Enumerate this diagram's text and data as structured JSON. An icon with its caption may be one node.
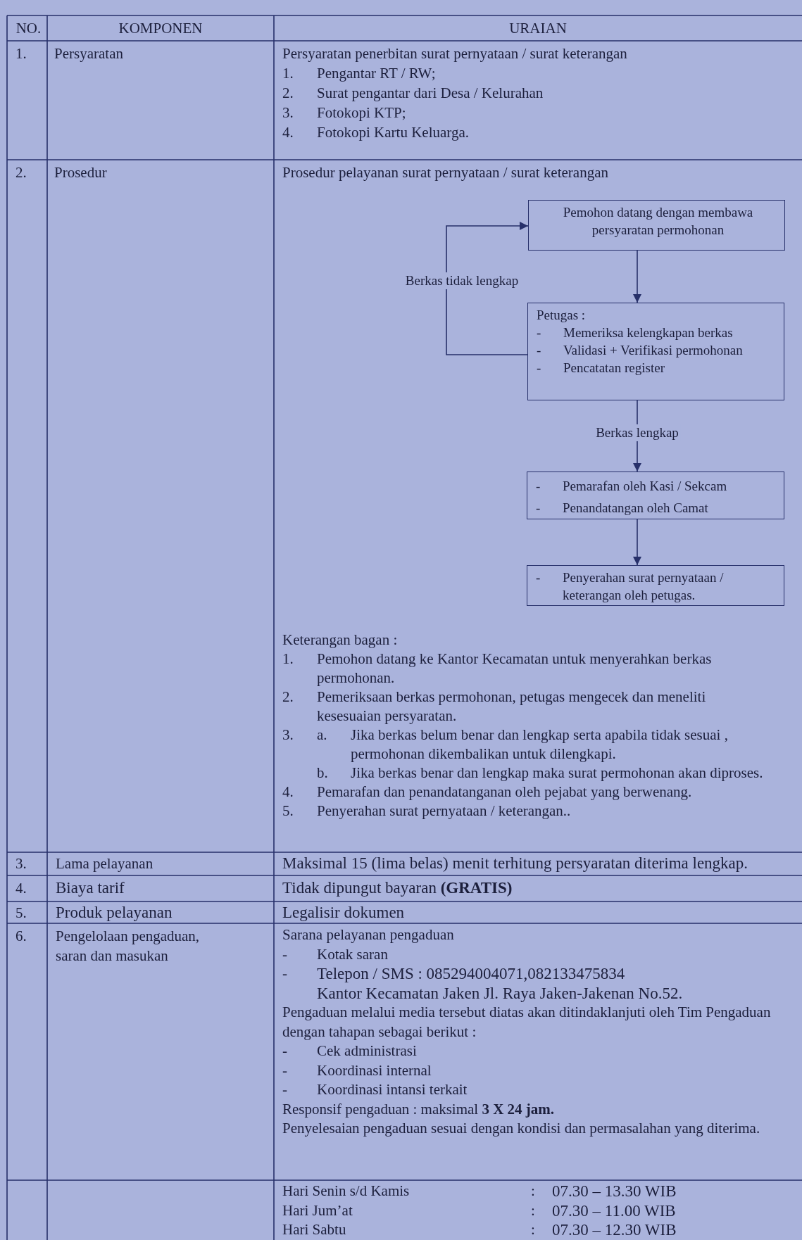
{
  "diagram": {
    "nodes": [
      {
        "text": [
          "Pemohon datang dengan membawa persyaratan permohonan"
        ]
      },
      {
        "text": [
          "Petugas :",
          "-",
          "Memeriksa kelengkapan berkas",
          "-",
          "Validasi + Verifikasi permohonan",
          "-",
          "Pencatatan register"
        ]
      },
      {
        "text": [
          "-",
          "Pemarafan oleh Kasi / Sekcam",
          "-",
          "Penandatangan oleh Camat"
        ]
      },
      {
        "text": [
          "-",
          "Penyerahan surat pernyataan / keterangan oleh petugas."
        ]
      }
    ],
    "edges": [
      {
        "from": 0,
        "to": 1,
        "arrow": "to"
      },
      {
        "from": 1,
        "to": 0,
        "arrow": "to",
        "label": "Berkas tidak lengkap"
      },
      {
        "from": 1,
        "to": 2,
        "arrow": "to",
        "label": "Berkas lengkap"
      },
      {
        "from": 2,
        "to": 3,
        "arrow": "to"
      }
    ],
    "labels": [
      "NO.",
      "KOMPONEN",
      "URAIAN",
      "1.",
      "Persyaratan",
      "Persyaratan penerbitan surat pernyataan / surat keterangan",
      "1.",
      "Pengantar RT / RW;",
      "2.",
      "Surat pengantar dari Desa / Kelurahan",
      "3.",
      "Fotokopi KTP;",
      "4.",
      "Fotokopi Kartu Keluarga.",
      "2.",
      "Prosedur",
      "Prosedur pelayanan surat pernyataan / surat keterangan",
      "Keterangan bagan :",
      "1.",
      "Pemohon datang ke Kantor Kecamatan untuk menyerahkan berkas permohonan.",
      "2.",
      "Pemeriksaan berkas permohonan, petugas mengecek dan meneliti kesesuaian persyaratan.",
      "3.",
      "a.",
      "Jika berkas belum benar dan lengkap serta apabila tidak sesuai , permohonan dikembalikan untuk dilengkapi.",
      "b.",
      "Jika berkas benar dan lengkap maka surat permohonan akan diproses.",
      "4.",
      "Pemarafan dan penandatanganan oleh pejabat yang berwenang.",
      "5.",
      "Penyerahan surat pernyataan / keterangan..",
      "3.",
      "Lama pelayanan",
      "Maksimal 15 (lima belas) menit terhitung persyaratan diterima lengkap.",
      "4.",
      "Biaya tarif",
      "Tidak dipungut bayaran **(GRATIS)**",
      "5.",
      "Produk pelayanan",
      "Legalisir dokumen",
      "6.",
      "Pengelolaan pengaduan, saran dan masukan",
      "Sarana pelayanan pengaduan",
      "-",
      "Kotak saran",
      "-",
      "Telepon / SMS : 085294004071,082133475834",
      "Kantor Kecamatan Jaken Jl. Raya Jaken-Jakenan No.52.",
      "Pengaduan melalui media tersebut diatas akan ditindaklanjuti oleh Tim Pengaduan dengan tahapan sebagai berikut :",
      "-",
      "Cek administrasi",
      "-",
      "Koordinasi internal",
      "-",
      "Koordinasi intansi terkait",
      "Responsif pengaduan : maksimal **3 X 24 jam.**",
      "Penyelesaian pengaduan sesuai dengan kondisi dan permasalahan yang diterima.",
      "Hari Senin s/d Kamis",
      ":",
      "07.30 – 13.30 WIB",
      "Hari Jum’at",
      ":",
      "07.30 – 11.00 WIB",
      "Hari Sabtu",
      ":",
      "07.30 – 12.30 WIB"
    ]
  }
}
